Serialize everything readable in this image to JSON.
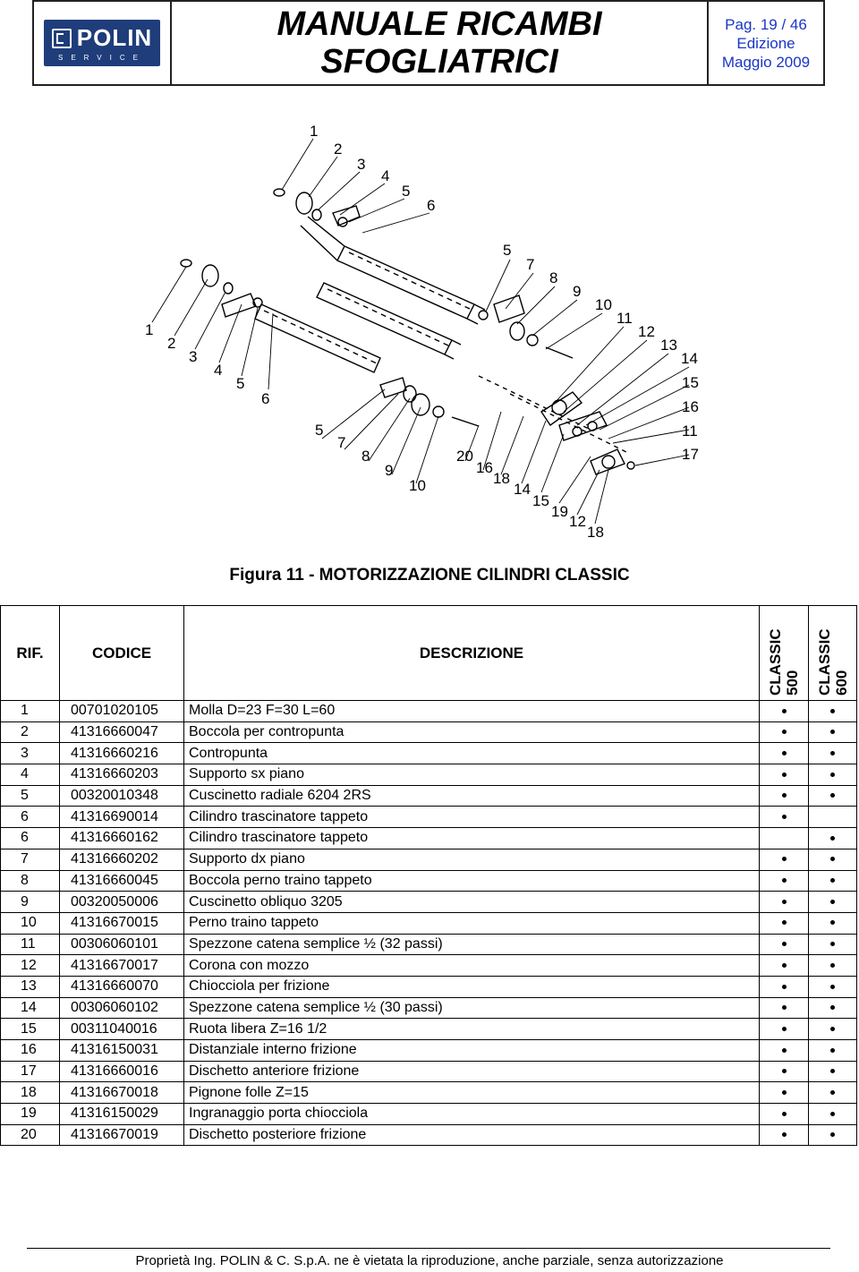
{
  "header": {
    "logo_name": "POLIN",
    "logo_sub": "SERVICE",
    "title_line1": "MANUALE RICAMBI",
    "title_line2": "SFOGLIATRICI",
    "page": "Pag. 19 / 46",
    "edition_label": "Edizione",
    "edition_date": "Maggio 2009"
  },
  "figure": {
    "caption": "Figura 11 - MOTORIZZAZIONE CILINDRI CLASSIC",
    "callouts_upper": [
      "1",
      "2",
      "3",
      "4",
      "5",
      "6",
      "5",
      "7",
      "8",
      "9",
      "10",
      "11",
      "12",
      "13",
      "14",
      "15",
      "16",
      "11",
      "17"
    ],
    "callouts_lower": [
      "1",
      "2",
      "3",
      "4",
      "5",
      "6",
      "5",
      "7",
      "8",
      "9",
      "10",
      "20",
      "16",
      "18",
      "14",
      "15",
      "19",
      "12",
      "18"
    ]
  },
  "table": {
    "headers": {
      "ref": "RIF.",
      "code": "CODICE",
      "description": "DESCRIZIONE",
      "classic500": "CLASSIC 500",
      "classic600": "CLASSIC 600"
    },
    "rows": [
      {
        "ref": "1",
        "code": "00701020105",
        "desc": "Molla D=23 F=30 L=60",
        "c500": true,
        "c600": true
      },
      {
        "ref": "2",
        "code": "41316660047",
        "desc": "Boccola per contropunta",
        "c500": true,
        "c600": true
      },
      {
        "ref": "3",
        "code": "41316660216",
        "desc": "Contropunta",
        "c500": true,
        "c600": true
      },
      {
        "ref": "4",
        "code": "41316660203",
        "desc": "Supporto sx piano",
        "c500": true,
        "c600": true
      },
      {
        "ref": "5",
        "code": "00320010348",
        "desc": "Cuscinetto radiale 6204 2RS",
        "c500": true,
        "c600": true
      },
      {
        "ref": "6",
        "code": "41316690014",
        "desc": "Cilindro trascinatore tappeto",
        "c500": true,
        "c600": false
      },
      {
        "ref": "6",
        "code": "41316660162",
        "desc": "Cilindro trascinatore tappeto",
        "c500": false,
        "c600": true
      },
      {
        "ref": "7",
        "code": "41316660202",
        "desc": "Supporto dx piano",
        "c500": true,
        "c600": true
      },
      {
        "ref": "8",
        "code": "41316660045",
        "desc": "Boccola perno traino tappeto",
        "c500": true,
        "c600": true
      },
      {
        "ref": "9",
        "code": "00320050006",
        "desc": "Cuscinetto obliquo 3205",
        "c500": true,
        "c600": true
      },
      {
        "ref": "10",
        "code": "41316670015",
        "desc": "Perno traino tappeto",
        "c500": true,
        "c600": true
      },
      {
        "ref": "11",
        "code": "00306060101",
        "desc": "Spezzone catena semplice ½ (32 passi)",
        "c500": true,
        "c600": true
      },
      {
        "ref": "12",
        "code": "41316670017",
        "desc": "Corona con mozzo",
        "c500": true,
        "c600": true
      },
      {
        "ref": "13",
        "code": "41316660070",
        "desc": "Chiocciola per frizione",
        "c500": true,
        "c600": true
      },
      {
        "ref": "14",
        "code": "00306060102",
        "desc": "Spezzone catena semplice ½ (30 passi)",
        "c500": true,
        "c600": true
      },
      {
        "ref": "15",
        "code": "00311040016",
        "desc": "Ruota libera Z=16 1/2",
        "c500": true,
        "c600": true
      },
      {
        "ref": "16",
        "code": "41316150031",
        "desc": "Distanziale interno frizione",
        "c500": true,
        "c600": true
      },
      {
        "ref": "17",
        "code": "41316660016",
        "desc": "Dischetto anteriore frizione",
        "c500": true,
        "c600": true
      },
      {
        "ref": "18",
        "code": "41316670018",
        "desc": "Pignone folle Z=15",
        "c500": true,
        "c600": true
      },
      {
        "ref": "19",
        "code": "41316150029",
        "desc": "Ingranaggio porta chiocciola",
        "c500": true,
        "c600": true
      },
      {
        "ref": "20",
        "code": "41316670019",
        "desc": "Dischetto posteriore frizione",
        "c500": true,
        "c600": true
      }
    ]
  },
  "footer": {
    "text": "Proprietà Ing. POLIN & C. S.p.A. ne è vietata la riproduzione, anche parziale, senza autorizzazione"
  }
}
